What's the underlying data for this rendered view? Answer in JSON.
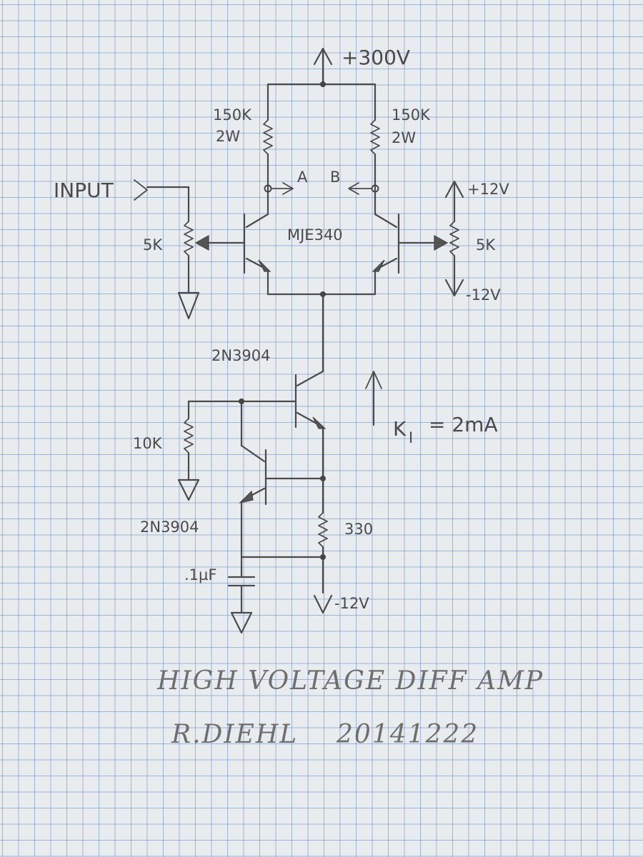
{
  "supply_top": "+300V",
  "labels": {
    "r_left_value": "150K",
    "r_left_power": "2W",
    "r_right_value": "150K",
    "r_right_power": "2W",
    "node_a": "A",
    "node_b": "B",
    "input": "INPUT",
    "pot_left": "5K",
    "pot_right": "5K",
    "pos_12v": "+12V",
    "neg_12v_right": "-12V",
    "mje": "MJE340",
    "q_upper": "2N3904",
    "q_lower": "2N3904",
    "r_bias": "10K",
    "r_emitter": "330",
    "cap": ".1µF",
    "neg_12v_bottom": "-12V",
    "current_k": "K",
    "current_sub": "I",
    "current_val": "= 2mA"
  },
  "title": "HIGH VOLTAGE DIFF AMP",
  "author_date": "R.DIEHL    20141222"
}
